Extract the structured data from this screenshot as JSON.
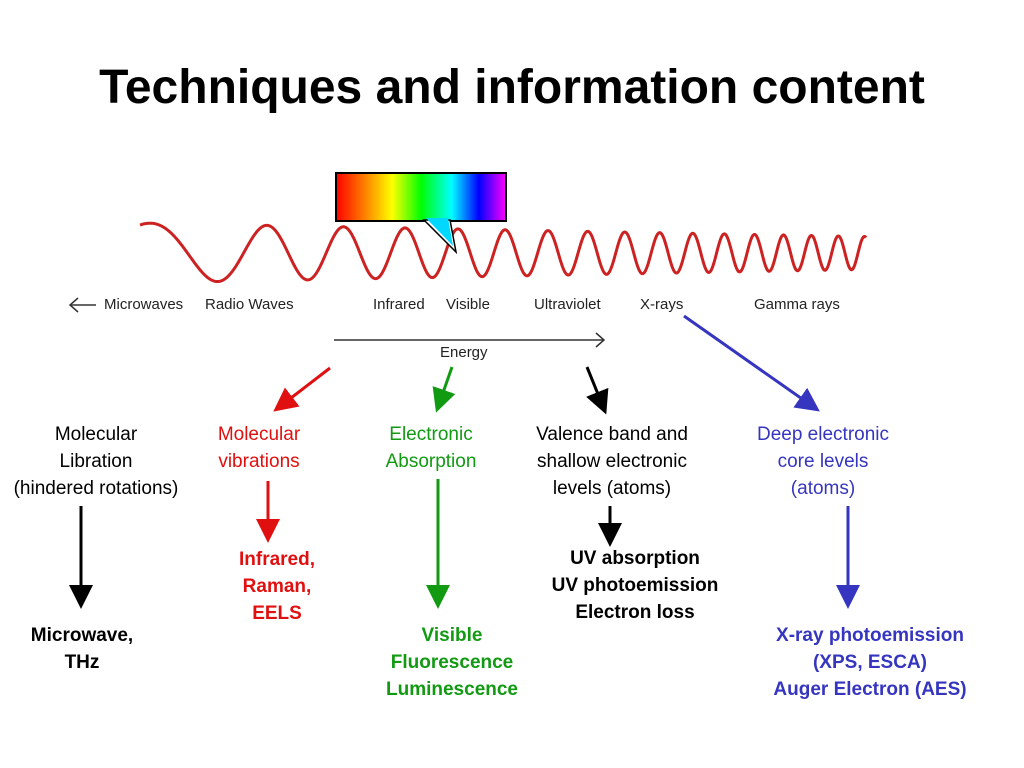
{
  "title": "Techniques and information content",
  "colors": {
    "red": "#e01010",
    "green": "#129a12",
    "blue": "#3535c0",
    "black": "#000000",
    "wave": "#cc2222"
  },
  "spectrum_labels": {
    "microwaves": "Microwaves",
    "radio": "Radio Waves",
    "infrared": "Infrared",
    "visible": "Visible",
    "ultraviolet": "Ultraviolet",
    "xrays": "X-rays",
    "gamma": "Gamma rays"
  },
  "energy_label": "Energy",
  "categories": {
    "libration": "Molecular\nLibration\n(hindered rotations)",
    "vibrations": "Molecular\nvibrations",
    "electronic": "Electronic\nAbsorption",
    "valence": "Valence band and\nshallow electronic\nlevels (atoms)",
    "core": "Deep electronic\ncore levels\n(atoms)"
  },
  "techniques": {
    "microwave": "Microwave,\nTHz",
    "infrared": "Infrared,\nRaman,\nEELS",
    "visible": "Visible\nFluorescence\nLuminescence",
    "uv": "UV absorption\nUV photoemission\nElectron loss",
    "xray": "X-ray photoemission\n(XPS, ESCA)\nAuger Electron (AES)"
  }
}
